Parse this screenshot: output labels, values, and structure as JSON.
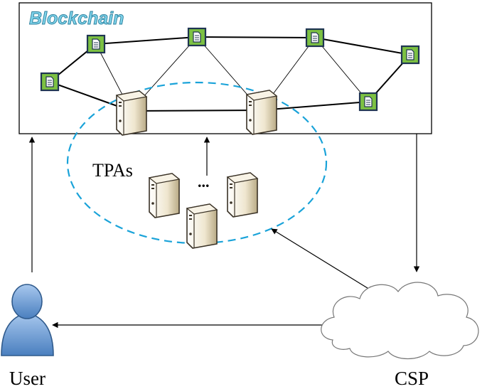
{
  "diagram": {
    "blockchain_label": "Blockchain",
    "tpas_label": "TPAs",
    "ellipsis": "...",
    "user_label": "User",
    "csp_label": "CSP"
  },
  "colors": {
    "blockchain_title": "#7fd3ea",
    "blockchain_title_stroke": "#2b7f9c",
    "node_fill": "#7cc142",
    "node_border": "#1f3552",
    "dashed_ellipse": "#1aa3d9",
    "server_fill": "#efe6cf",
    "server_dark": "#3a3226",
    "user_fill": "#7aa7d8",
    "line": "#000000"
  },
  "icons": {
    "node": "ledger-node-icon",
    "server": "server-icon",
    "user": "user-icon",
    "cloud": "cloud-icon"
  }
}
